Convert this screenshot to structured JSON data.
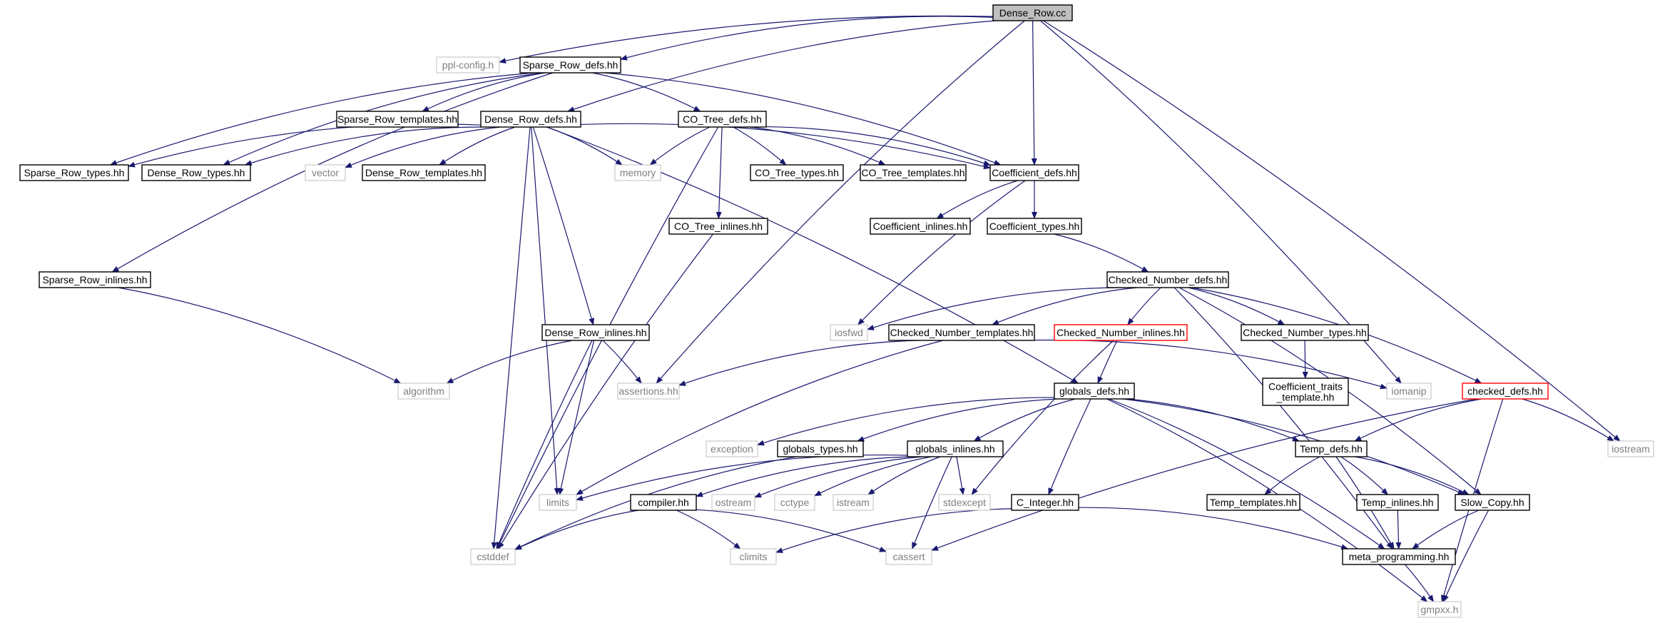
{
  "colors": {
    "edge": "#191970",
    "node_border": "#000000",
    "missing_border": "#bfbfbf",
    "truncated_border": "#ff0000",
    "root_fill": "#bfbfbf",
    "text": "#000000",
    "missing_text": "#7f7f7f"
  },
  "nodes": [
    {
      "id": "n_dense_row_cc",
      "label": "Dense_Row.cc",
      "kind": "root"
    },
    {
      "id": "n_ppl_config",
      "label": "ppl-config.h",
      "kind": "missing"
    },
    {
      "id": "n_sparse_row_defs",
      "label": "Sparse_Row_defs.hh",
      "kind": "normal"
    },
    {
      "id": "n_sparse_row_templates",
      "label": "Sparse_Row_templates.hh",
      "kind": "normal"
    },
    {
      "id": "n_dense_row_defs",
      "label": "Dense_Row_defs.hh",
      "kind": "normal"
    },
    {
      "id": "n_co_tree_defs",
      "label": "CO_Tree_defs.hh",
      "kind": "normal"
    },
    {
      "id": "n_sparse_row_types",
      "label": "Sparse_Row_types.hh",
      "kind": "normal"
    },
    {
      "id": "n_dense_row_types",
      "label": "Dense_Row_types.hh",
      "kind": "normal"
    },
    {
      "id": "n_vector",
      "label": "vector",
      "kind": "missing"
    },
    {
      "id": "n_dense_row_templates",
      "label": "Dense_Row_templates.hh",
      "kind": "normal"
    },
    {
      "id": "n_memory",
      "label": "memory",
      "kind": "missing"
    },
    {
      "id": "n_co_tree_types",
      "label": "CO_Tree_types.hh",
      "kind": "normal"
    },
    {
      "id": "n_co_tree_templates",
      "label": "CO_Tree_templates.hh",
      "kind": "normal"
    },
    {
      "id": "n_coefficient_defs",
      "label": "Coefficient_defs.hh",
      "kind": "normal"
    },
    {
      "id": "n_co_tree_inlines",
      "label": "CO_Tree_inlines.hh",
      "kind": "normal"
    },
    {
      "id": "n_coefficient_inlines",
      "label": "Coefficient_inlines.hh",
      "kind": "normal"
    },
    {
      "id": "n_coefficient_types",
      "label": "Coefficient_types.hh",
      "kind": "normal"
    },
    {
      "id": "n_sparse_row_inlines",
      "label": "Sparse_Row_inlines.hh",
      "kind": "normal"
    },
    {
      "id": "n_checked_number_defs",
      "label": "Checked_Number_defs.hh",
      "kind": "normal"
    },
    {
      "id": "n_dense_row_inlines",
      "label": "Dense_Row_inlines.hh",
      "kind": "normal"
    },
    {
      "id": "n_iosfwd",
      "label": "iosfwd",
      "kind": "missing"
    },
    {
      "id": "n_checked_number_templates",
      "label": "Checked_Number_templates.hh",
      "kind": "normal"
    },
    {
      "id": "n_checked_number_inlines",
      "label": "Checked_Number_inlines.hh",
      "kind": "truncated"
    },
    {
      "id": "n_checked_number_types",
      "label": "Checked_Number_types.hh",
      "kind": "normal"
    },
    {
      "id": "n_algorithm",
      "label": "algorithm",
      "kind": "missing"
    },
    {
      "id": "n_assertions",
      "label": "assertions.hh",
      "kind": "missing"
    },
    {
      "id": "n_globals_defs",
      "label": "globals_defs.hh",
      "kind": "normal"
    },
    {
      "id": "n_iomanip",
      "label": "iomanip",
      "kind": "missing"
    },
    {
      "id": "n_coefficient_traits_template",
      "label": "Coefficient_traits\n_template.hh",
      "kind": "normal"
    },
    {
      "id": "n_checked_defs",
      "label": "checked_defs.hh",
      "kind": "truncated"
    },
    {
      "id": "n_exception",
      "label": "exception",
      "kind": "missing"
    },
    {
      "id": "n_globals_types",
      "label": "globals_types.hh",
      "kind": "normal"
    },
    {
      "id": "n_globals_inlines",
      "label": "globals_inlines.hh",
      "kind": "normal"
    },
    {
      "id": "n_temp_defs",
      "label": "Temp_defs.hh",
      "kind": "normal"
    },
    {
      "id": "n_iostream",
      "label": "iostream",
      "kind": "missing"
    },
    {
      "id": "n_limits",
      "label": "limits",
      "kind": "missing"
    },
    {
      "id": "n_compiler",
      "label": "compiler.hh",
      "kind": "normal"
    },
    {
      "id": "n_ostream",
      "label": "ostream",
      "kind": "missing"
    },
    {
      "id": "n_cctype",
      "label": "cctype",
      "kind": "missing"
    },
    {
      "id": "n_istream",
      "label": "istream",
      "kind": "missing"
    },
    {
      "id": "n_stdexcept",
      "label": "stdexcept",
      "kind": "missing"
    },
    {
      "id": "n_c_integer",
      "label": "C_Integer.hh",
      "kind": "normal"
    },
    {
      "id": "n_temp_templates",
      "label": "Temp_templates.hh",
      "kind": "normal"
    },
    {
      "id": "n_temp_inlines",
      "label": "Temp_inlines.hh",
      "kind": "normal"
    },
    {
      "id": "n_slow_copy",
      "label": "Slow_Copy.hh",
      "kind": "normal"
    },
    {
      "id": "n_cstddef",
      "label": "cstddef",
      "kind": "missing"
    },
    {
      "id": "n_climits",
      "label": "climits",
      "kind": "missing"
    },
    {
      "id": "n_cassert",
      "label": "cassert",
      "kind": "missing"
    },
    {
      "id": "n_meta_programming",
      "label": "meta_programming.hh",
      "kind": "normal"
    },
    {
      "id": "n_gmpxx",
      "label": "gmpxx.h",
      "kind": "missing"
    }
  ],
  "edges": [
    {
      "from": "n_dense_row_cc",
      "to": "n_ppl_config"
    },
    {
      "from": "n_dense_row_cc",
      "to": "n_sparse_row_defs"
    },
    {
      "from": "n_dense_row_cc",
      "to": "n_dense_row_defs"
    },
    {
      "from": "n_dense_row_cc",
      "to": "n_coefficient_defs"
    },
    {
      "from": "n_dense_row_cc",
      "to": "n_assertions"
    },
    {
      "from": "n_dense_row_cc",
      "to": "n_iomanip"
    },
    {
      "from": "n_dense_row_cc",
      "to": "n_iostream"
    },
    {
      "from": "n_sparse_row_defs",
      "to": "n_sparse_row_templates"
    },
    {
      "from": "n_sparse_row_defs",
      "to": "n_co_tree_defs"
    },
    {
      "from": "n_sparse_row_defs",
      "to": "n_sparse_row_types"
    },
    {
      "from": "n_sparse_row_defs",
      "to": "n_dense_row_types"
    },
    {
      "from": "n_sparse_row_defs",
      "to": "n_coefficient_defs"
    },
    {
      "from": "n_sparse_row_defs",
      "to": "n_sparse_row_inlines"
    },
    {
      "from": "n_dense_row_defs",
      "to": "n_sparse_row_types"
    },
    {
      "from": "n_dense_row_defs",
      "to": "n_dense_row_types"
    },
    {
      "from": "n_dense_row_defs",
      "to": "n_vector"
    },
    {
      "from": "n_dense_row_defs",
      "to": "n_dense_row_templates"
    },
    {
      "from": "n_dense_row_defs",
      "to": "n_memory"
    },
    {
      "from": "n_dense_row_defs",
      "to": "n_coefficient_defs"
    },
    {
      "from": "n_dense_row_defs",
      "to": "n_dense_row_inlines"
    },
    {
      "from": "n_dense_row_defs",
      "to": "n_limits"
    },
    {
      "from": "n_dense_row_defs",
      "to": "n_cstddef"
    },
    {
      "from": "n_dense_row_defs",
      "to": "n_globals_defs"
    },
    {
      "from": "n_co_tree_defs",
      "to": "n_memory"
    },
    {
      "from": "n_co_tree_defs",
      "to": "n_co_tree_types"
    },
    {
      "from": "n_co_tree_defs",
      "to": "n_co_tree_templates"
    },
    {
      "from": "n_co_tree_defs",
      "to": "n_coefficient_defs"
    },
    {
      "from": "n_co_tree_defs",
      "to": "n_co_tree_inlines"
    },
    {
      "from": "n_co_tree_defs",
      "to": "n_cstddef"
    },
    {
      "from": "n_coefficient_defs",
      "to": "n_coefficient_inlines"
    },
    {
      "from": "n_coefficient_defs",
      "to": "n_coefficient_types"
    },
    {
      "from": "n_coefficient_defs",
      "to": "n_iosfwd"
    },
    {
      "from": "n_co_tree_inlines",
      "to": "n_cstddef"
    },
    {
      "from": "n_coefficient_types",
      "to": "n_checked_number_defs"
    },
    {
      "from": "n_sparse_row_inlines",
      "to": "n_algorithm"
    },
    {
      "from": "n_checked_number_defs",
      "to": "n_iosfwd"
    },
    {
      "from": "n_checked_number_defs",
      "to": "n_checked_number_templates"
    },
    {
      "from": "n_checked_number_defs",
      "to": "n_checked_number_inlines"
    },
    {
      "from": "n_checked_number_defs",
      "to": "n_checked_number_types"
    },
    {
      "from": "n_checked_number_defs",
      "to": "n_checked_defs"
    },
    {
      "from": "n_checked_number_defs",
      "to": "n_slow_copy"
    },
    {
      "from": "n_checked_number_defs",
      "to": "n_meta_programming"
    },
    {
      "from": "n_dense_row_inlines",
      "to": "n_algorithm"
    },
    {
      "from": "n_dense_row_inlines",
      "to": "n_assertions"
    },
    {
      "from": "n_dense_row_inlines",
      "to": "n_limits"
    },
    {
      "from": "n_dense_row_inlines",
      "to": "n_cstddef"
    },
    {
      "from": "n_checked_number_templates",
      "to": "n_assertions"
    },
    {
      "from": "n_checked_number_templates",
      "to": "n_iomanip"
    },
    {
      "from": "n_checked_number_templates",
      "to": "n_limits"
    },
    {
      "from": "n_checked_number_inlines",
      "to": "n_globals_defs"
    },
    {
      "from": "n_checked_number_inlines",
      "to": "n_stdexcept"
    },
    {
      "from": "n_checked_number_types",
      "to": "n_coefficient_traits_template"
    },
    {
      "from": "n_globals_defs",
      "to": "n_exception"
    },
    {
      "from": "n_globals_defs",
      "to": "n_globals_types"
    },
    {
      "from": "n_globals_defs",
      "to": "n_globals_inlines"
    },
    {
      "from": "n_globals_defs",
      "to": "n_temp_defs"
    },
    {
      "from": "n_globals_defs",
      "to": "n_c_integer"
    },
    {
      "from": "n_globals_defs",
      "to": "n_slow_copy"
    },
    {
      "from": "n_globals_defs",
      "to": "n_meta_programming"
    },
    {
      "from": "n_globals_defs",
      "to": "n_gmpxx"
    },
    {
      "from": "n_checked_defs",
      "to": "n_temp_defs"
    },
    {
      "from": "n_checked_defs",
      "to": "n_iostream"
    },
    {
      "from": "n_checked_defs",
      "to": "n_cassert"
    },
    {
      "from": "n_checked_defs",
      "to": "n_gmpxx"
    },
    {
      "from": "n_globals_types",
      "to": "n_cstddef"
    },
    {
      "from": "n_globals_inlines",
      "to": "n_limits"
    },
    {
      "from": "n_globals_inlines",
      "to": "n_compiler"
    },
    {
      "from": "n_globals_inlines",
      "to": "n_ostream"
    },
    {
      "from": "n_globals_inlines",
      "to": "n_cctype"
    },
    {
      "from": "n_globals_inlines",
      "to": "n_istream"
    },
    {
      "from": "n_globals_inlines",
      "to": "n_stdexcept"
    },
    {
      "from": "n_globals_inlines",
      "to": "n_cassert"
    },
    {
      "from": "n_temp_defs",
      "to": "n_temp_templates"
    },
    {
      "from": "n_temp_defs",
      "to": "n_temp_inlines"
    },
    {
      "from": "n_temp_defs",
      "to": "n_slow_copy"
    },
    {
      "from": "n_temp_defs",
      "to": "n_meta_programming"
    },
    {
      "from": "n_compiler",
      "to": "n_cstddef"
    },
    {
      "from": "n_compiler",
      "to": "n_climits"
    },
    {
      "from": "n_compiler",
      "to": "n_cassert"
    },
    {
      "from": "n_c_integer",
      "to": "n_climits"
    },
    {
      "from": "n_c_integer",
      "to": "n_meta_programming"
    },
    {
      "from": "n_temp_inlines",
      "to": "n_meta_programming"
    },
    {
      "from": "n_slow_copy",
      "to": "n_meta_programming"
    },
    {
      "from": "n_slow_copy",
      "to": "n_gmpxx"
    },
    {
      "from": "n_meta_programming",
      "to": "n_gmpxx"
    }
  ]
}
